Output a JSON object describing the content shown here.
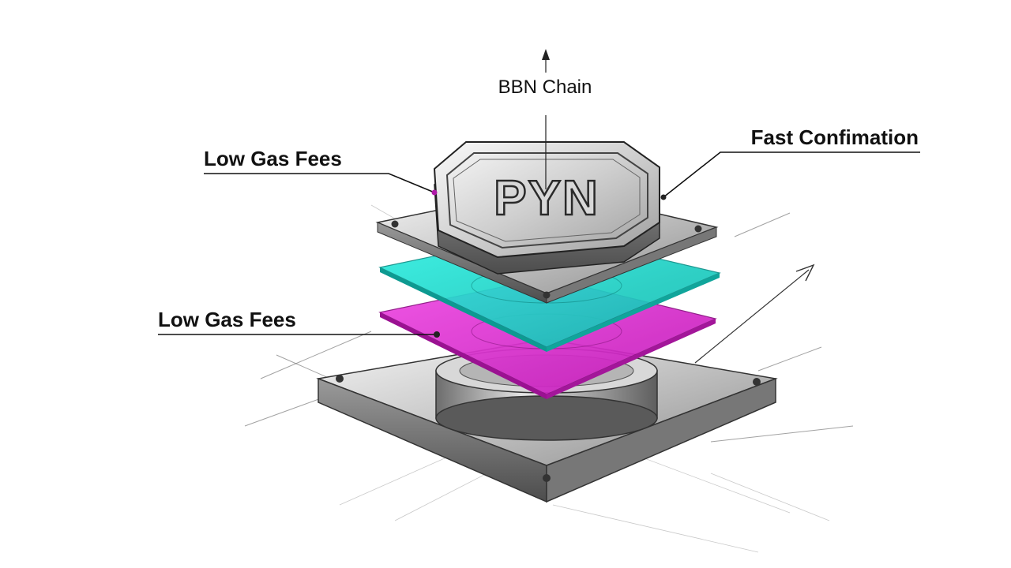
{
  "labels": {
    "top": "BBN Chain",
    "left_upper": "Low Gas Fees",
    "left_lower": "Low Gas Fees",
    "right": "Fast Confimation"
  },
  "coin": {
    "text": "PYN"
  },
  "colors": {
    "cyan_layer": "#22e3d6",
    "magenta_layer": "#e436d8",
    "metal": "#b9b9b9",
    "ink": "#111111"
  }
}
